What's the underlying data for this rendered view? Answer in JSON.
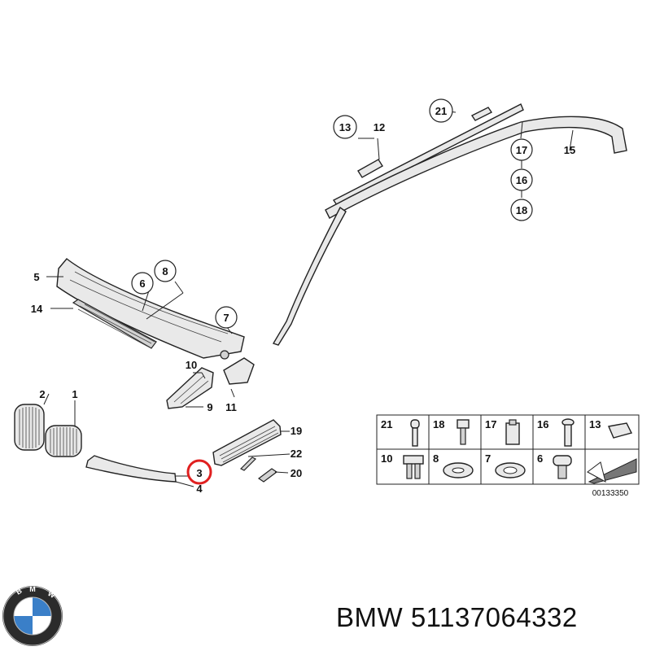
{
  "callouts": {
    "c1": "1",
    "c2": "2",
    "c3": "3",
    "c4": "4",
    "c5": "5",
    "c6": "6",
    "c7": "7",
    "c8": "8",
    "c9": "9",
    "c10": "10",
    "c11": "11",
    "c12": "12",
    "c13": "13",
    "c14": "14",
    "c15": "15",
    "c16": "16",
    "c17": "17",
    "c18": "18",
    "c19": "19",
    "c20": "20",
    "c21": "21",
    "c22": "22"
  },
  "fastener_table": {
    "cells": [
      "21",
      "18",
      "17",
      "16",
      "13",
      "10",
      "8",
      "7",
      "6"
    ]
  },
  "diagram_number": "00133350",
  "highlight_color": "#e02020",
  "caption": {
    "brand": "BMW",
    "part_number": "51137064332"
  },
  "logo": {
    "letters": "BMW",
    "icon": "bmw-roundel-icon"
  }
}
